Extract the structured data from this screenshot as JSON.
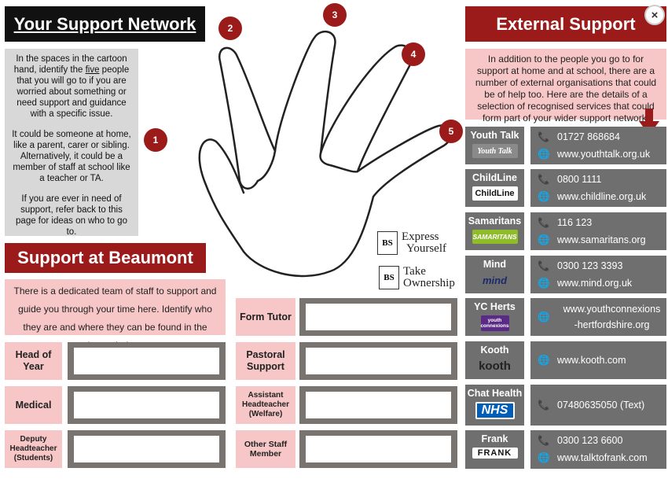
{
  "left": {
    "title": "Your Support Network",
    "intro": {
      "p1_before": "In the spaces in the cartoon hand, identify the ",
      "p1_underlined": "five",
      "p1_after": " people that you will go to if you are worried about something or need support and guidance with a specific issue.",
      "p2": "It could be someone at home, like a parent, carer or sibling. Alternatively, it could be a member of staff at school like a teacher or TA.",
      "p3": "If you are ever in need of support, refer back to this page for ideas on who to go to."
    }
  },
  "hand": {
    "numbers": [
      "1",
      "2",
      "3",
      "4",
      "5"
    ]
  },
  "brand": {
    "logo_letters": "BS",
    "line1a": "Express",
    "line1b": "Yourself",
    "line2a": "Take",
    "line2b": "Ownership"
  },
  "beaumont": {
    "title": "Support at Beaumont",
    "text": "There is a dedicated team of staff to support and guide you through your time here. Identify who they are and where they can be found in the boxes below.",
    "left_labels": [
      "Head of Year",
      "Medical",
      "Deputy Headteacher (Students)"
    ],
    "right_labels": [
      "Form Tutor",
      "Pastoral Support",
      "Assistant Headteacher (Welfare)",
      "Other Staff Member"
    ]
  },
  "external": {
    "title": "External Support",
    "close_label": "×",
    "text": "In addition to the people you go to for support at home and at school, there are a number of external organisations that could be of help too. Here are the details of a selection of recognised services that could form part of your wider support network.",
    "arrow_icon": "arrow-down-icon",
    "services": [
      {
        "name": "Youth Talk",
        "logo": "Youth Talk",
        "phone": "01727 868684",
        "web": "www.youthtalk.org.uk"
      },
      {
        "name": "ChildLine",
        "logo": "ChildLine",
        "phone": "0800 1111",
        "web": "www.childline.org.uk"
      },
      {
        "name": "Samaritans",
        "logo": "SAMARITANS",
        "phone": "116 123",
        "web": "www.samaritans.org"
      },
      {
        "name": "Mind",
        "logo": "mind",
        "phone": "0300 123 3393",
        "web": "www.mind.org.uk"
      },
      {
        "name": "YC Herts",
        "logo": "youth connexions",
        "web1": "www.youthconnexions",
        "web2": "-hertfordshire.org"
      },
      {
        "name": "Kooth",
        "logo": "kooth",
        "web": "www.kooth.com"
      },
      {
        "name": "Chat Health",
        "logo": "NHS",
        "phone": "07480635050 (Text)"
      },
      {
        "name": "Frank",
        "logo": "FRANK",
        "phone": "0300 123 6600",
        "web": "www.talktofrank.com"
      }
    ]
  },
  "colors": {
    "accent_red": "#9b1b1b",
    "pink": "#f6c7c6",
    "grey_panel": "#d8d8d8",
    "service_grey": "#6f6f6f",
    "frame_grey": "#7a7471",
    "nhs_blue": "#005eb8"
  }
}
